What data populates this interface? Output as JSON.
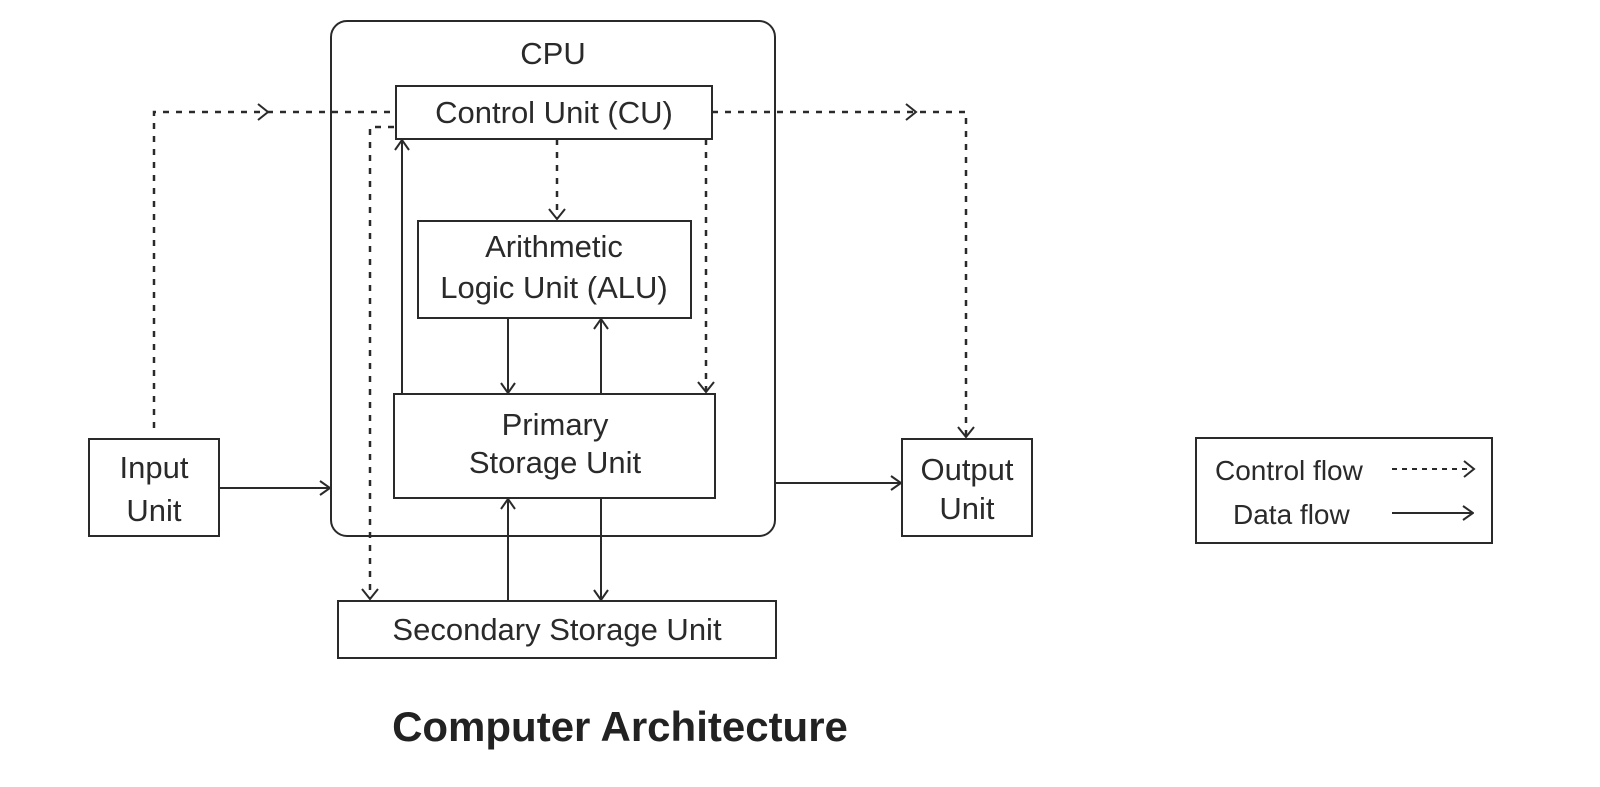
{
  "title": "Computer Architecture",
  "nodes": {
    "cpu": {
      "label": "CPU"
    },
    "cu": {
      "label": "Control Unit (CU)"
    },
    "alu": {
      "lines": [
        "Arithmetic",
        "Logic Unit (ALU)"
      ]
    },
    "psu": {
      "lines": [
        "Primary",
        "Storage Unit"
      ]
    },
    "ssu": {
      "label": "Secondary Storage Unit"
    },
    "input": {
      "lines": [
        "Input",
        "Unit"
      ]
    },
    "output": {
      "lines": [
        "Output",
        "Unit"
      ]
    }
  },
  "edges": [
    {
      "from": "input",
      "to": "cpu",
      "type": "data"
    },
    {
      "from": "cpu",
      "to": "output",
      "type": "data"
    },
    {
      "from": "alu",
      "to": "psu",
      "type": "data"
    },
    {
      "from": "psu",
      "to": "alu",
      "type": "data"
    },
    {
      "from": "psu",
      "to": "cu",
      "type": "data"
    },
    {
      "from": "psu",
      "to": "ssu",
      "type": "data"
    },
    {
      "from": "ssu",
      "to": "psu",
      "type": "data"
    },
    {
      "from": "cu",
      "to": "alu",
      "type": "control"
    },
    {
      "from": "cu",
      "to": "psu",
      "type": "control"
    },
    {
      "from": "cu",
      "to": "ssu",
      "type": "control"
    },
    {
      "from": "cu",
      "to": "output",
      "type": "control"
    },
    {
      "from": "input",
      "to": "cu",
      "type": "control"
    }
  ],
  "legend": {
    "control_label": "Control flow",
    "data_label": "Data flow"
  },
  "colors": {
    "stroke": "#2a2a2a",
    "background": "#ffffff"
  }
}
